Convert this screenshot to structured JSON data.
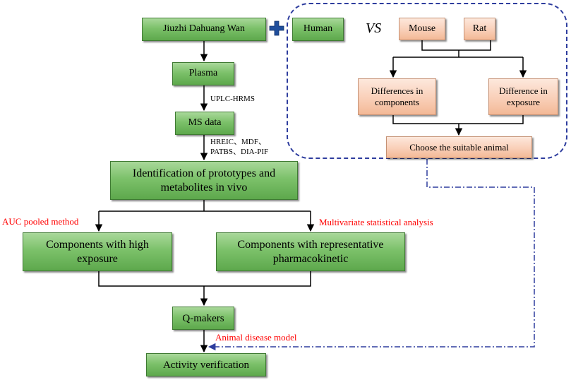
{
  "nodes": {
    "jiuzhi": "Jiuzhi Dahuang Wan",
    "human": "Human",
    "vs": "VS",
    "mouse": "Mouse",
    "rat": "Rat",
    "plasma": "Plasma",
    "ms_data": "MS data",
    "diff_components": "Differences in components",
    "diff_exposure": "Difference in exposure",
    "choose_animal": "Choose the suitable animal",
    "identification": "Identification of prototypes and metabolites in vivo",
    "high_exposure": "Components with high exposure",
    "representative_pk": "Components with representative pharmacokinetic",
    "q_makers": "Q-makers",
    "activity": "Activity verification"
  },
  "edge_labels": {
    "uplc": "UPLC-HRMS",
    "methods_line1": "HREIC、MDF、",
    "methods_line2": "PATBS、DIA-PIF",
    "auc": "AUC pooled method",
    "multivariate": "Multivariate statistical analysis",
    "animal_model": "Animal disease model"
  },
  "colors": {
    "node_green": "#7cc16a",
    "node_peach": "#f9cfb8",
    "label_red": "#ff0000",
    "dash_blue": "#2e3d9e",
    "plus_blue": "#1f4e9c"
  }
}
